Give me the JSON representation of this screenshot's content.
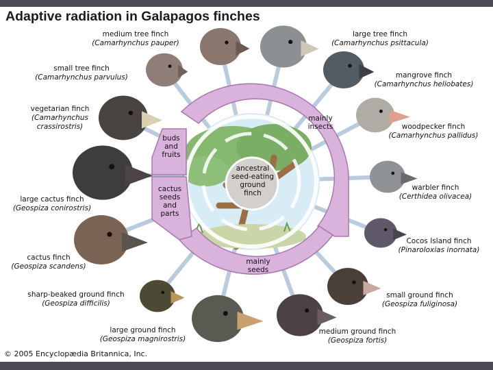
{
  "title": "Adaptive radiation in Galapagos finches",
  "copyright": "© 2005 Encyclopædia Britannica, Inc.",
  "center": {
    "line1": "ancestral",
    "line2": "seed-eating",
    "line3": "ground",
    "line4": "finch"
  },
  "segments": {
    "insects": {
      "line1": "mainly",
      "line2": "insects"
    },
    "buds": {
      "line1": "buds",
      "line2": "and",
      "line3": "fruits"
    },
    "cactus": {
      "line1": "cactus",
      "line2": "seeds",
      "line3": "and",
      "line4": "parts"
    },
    "seeds": {
      "line1": "mainly",
      "line2": "seeds"
    }
  },
  "finches": [
    {
      "id": "medium-tree-finch",
      "common": "medium tree finch",
      "sci": "(Camarhynchus pauper)",
      "color": "#8b776d"
    },
    {
      "id": "small-tree-finch",
      "common": "small tree finch",
      "sci": "(Camarhynchus parvulus)",
      "color": "#8e7e77"
    },
    {
      "id": "vegetarian-finch",
      "common": "vegetarian finch",
      "sci1": "(Camarhynchus",
      "sci2": "crassirostris)",
      "color": "#4a4440"
    },
    {
      "id": "large-cactus-finch",
      "common": "large cactus finch",
      "sci": "(Geospiza conirostris)",
      "color": "#3f3c3d"
    },
    {
      "id": "cactus-finch",
      "common": "cactus finch",
      "sci": "(Geospiza scandens)",
      "color": "#7a6352"
    },
    {
      "id": "sharp-beaked-ground-finch",
      "common": "sharp-beaked ground finch",
      "sci": "(Geospiza difficilis)",
      "color": "#4c4935"
    },
    {
      "id": "large-ground-finch",
      "common": "large ground finch",
      "sci": "(Geospiza magnirostris)",
      "color": "#5b5a52"
    },
    {
      "id": "medium-ground-finch",
      "common": "medium ground finch",
      "sci": "(Geospiza fortis)",
      "color": "#4d4147"
    },
    {
      "id": "small-ground-finch",
      "common": "small ground finch",
      "sci": "(Geospiza fuliginosa)",
      "color": "#4b3f3a"
    },
    {
      "id": "cocos-island-finch",
      "common": "Cocos Island finch",
      "sci": "(Pinaroloxias inornata)",
      "color": "#5e5868"
    },
    {
      "id": "warbler-finch",
      "common": "warbler finch",
      "sci": "(Certhidea olivacea)",
      "color": "#8f9294"
    },
    {
      "id": "woodpecker-finch",
      "common": "woodpecker finch",
      "sci": "(Camarhynchus pallidus)",
      "color": "#b0aba4"
    },
    {
      "id": "mangrove-finch",
      "common": "mangrove finch",
      "sci": "(Camarhynchus heliobates)",
      "color": "#525c62"
    },
    {
      "id": "large-tree-finch",
      "common": "large tree finch",
      "sci": "(Camarhynchus psittacula)",
      "color": "#8c9092"
    }
  ],
  "colors": {
    "ring": "#d9b3dc",
    "ring_stroke": "#a877ad",
    "spoke": "#b9cbdc",
    "tree": "#7fb06a",
    "branch": "#a0724a",
    "sky": "#cfe6f2"
  }
}
